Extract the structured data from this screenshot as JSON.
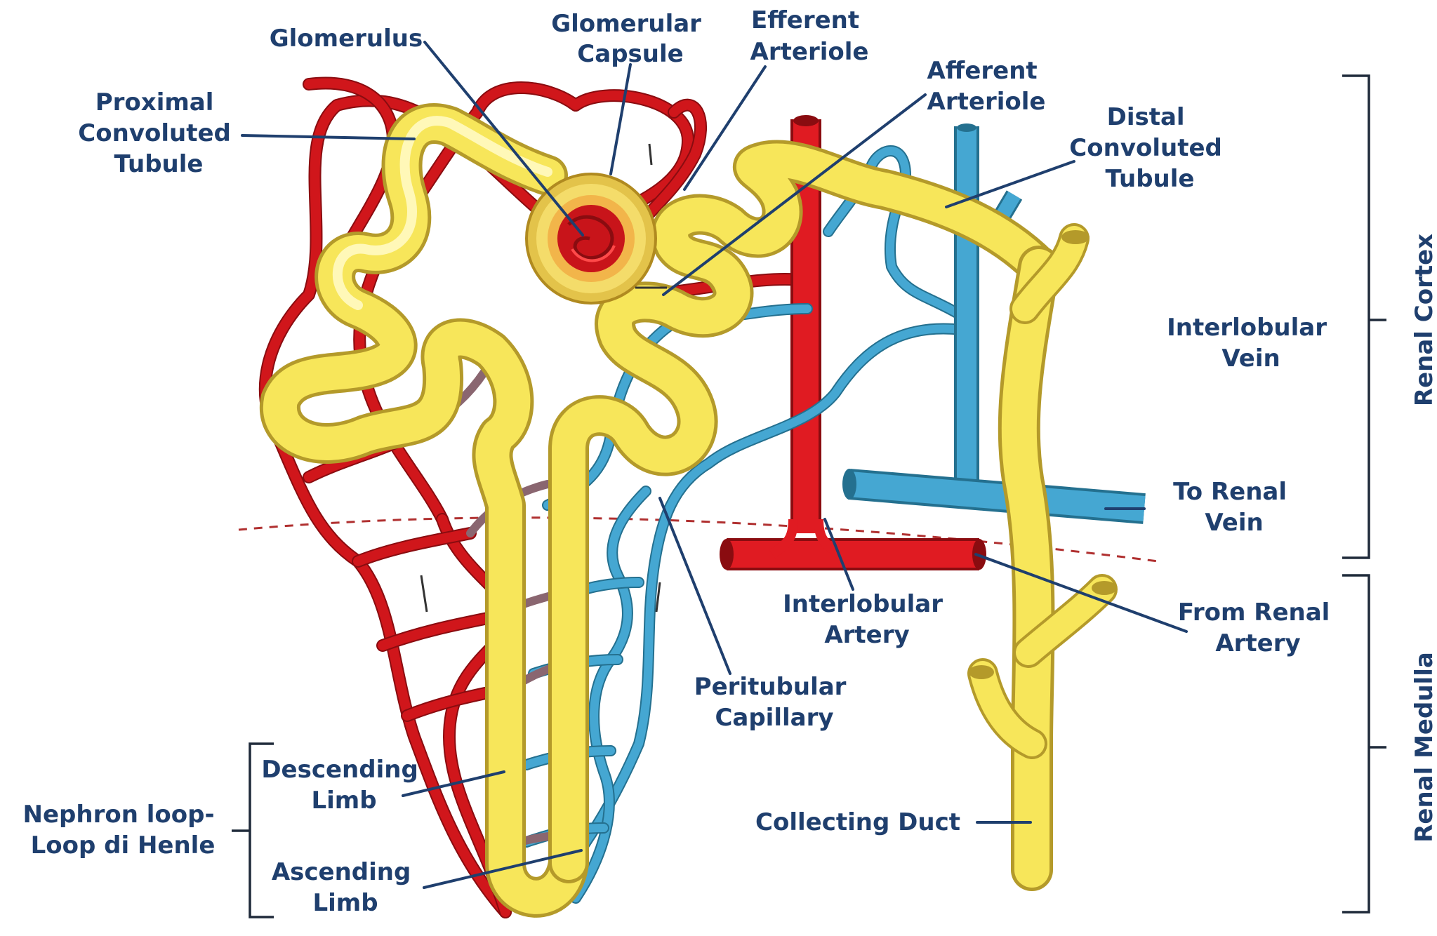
{
  "labels": {
    "glomerulus": "Glomerulus",
    "glomerular_capsule": [
      "Glomerular",
      "Capsule"
    ],
    "efferent_arteriole": [
      "Efferent",
      "Arteriole"
    ],
    "afferent_arteriole": [
      "Afferent",
      "Arteriole"
    ],
    "proximal_convoluted_tubule": [
      "Proximal",
      "Convoluted",
      "Tubule"
    ],
    "distal_convoluted_tubule": [
      "Distal",
      "Convoluted",
      "Tubule"
    ],
    "interlobular_vein": [
      "Interlobular",
      "Vein"
    ],
    "to_renal_vein": [
      "To Renal",
      "Vein"
    ],
    "from_renal_artery": [
      "From Renal",
      "Artery"
    ],
    "interlobular_artery": [
      "Interlobular",
      "Artery"
    ],
    "peritubular_capillary": [
      "Peritubular",
      "Capillary"
    ],
    "collecting_duct": "Collecting Duct",
    "descending_limb": [
      "Descending",
      "Limb"
    ],
    "ascending_limb": [
      "Ascending",
      "Limb"
    ],
    "nephron_loop": [
      "Nephron loop-",
      "Loop di Henle"
    ],
    "renal_cortex": "Renal Cortex",
    "renal_medulla": "Renal Medulla"
  },
  "colors": {
    "label_text": "#1f3f6e",
    "artery": "#d0161b",
    "vein": "#45a7d2",
    "tubule": "#f7e65a",
    "background": "#ffffff"
  }
}
